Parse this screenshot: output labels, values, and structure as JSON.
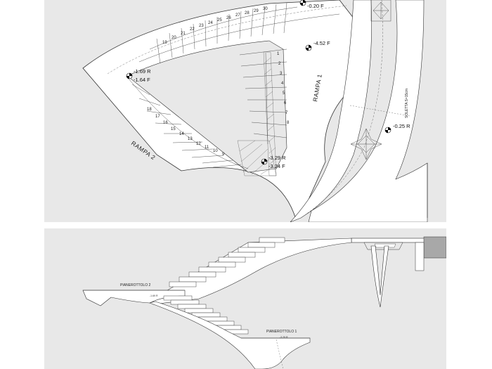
{
  "plan": {
    "rampa1_label": "RAMPA 1",
    "rampa2_label": "RAMPA 2",
    "soletta_label": "SOLETTA S=15cm",
    "levels": [
      {
        "text": "-0.20 F"
      },
      {
        "text": "-4.52 F"
      },
      {
        "text": "-1.69 R"
      },
      {
        "text": "-1.64 F"
      },
      {
        "text": "-3.29 R"
      },
      {
        "text": "-3.24 F"
      },
      {
        "text": "-0.25 R"
      }
    ],
    "steps_upper": [
      "19",
      "20",
      "21",
      "22",
      "23",
      "24",
      "25",
      "26",
      "27",
      "28",
      "29",
      "30"
    ],
    "steps_rampa1": [
      "1",
      "2",
      "3",
      "4",
      "5",
      "6",
      "7",
      "8"
    ],
    "steps_rampa2": [
      "18",
      "17",
      "16",
      "15",
      "14",
      "13",
      "12",
      "11",
      "10",
      "9"
    ]
  },
  "section": {
    "landing2_label": "PIANEROTTOLO 2",
    "landing2_sub": "-1.69 R",
    "landing1_label": "PIANEROTTOLO 1",
    "landing1_sub": "-3.29 R"
  }
}
